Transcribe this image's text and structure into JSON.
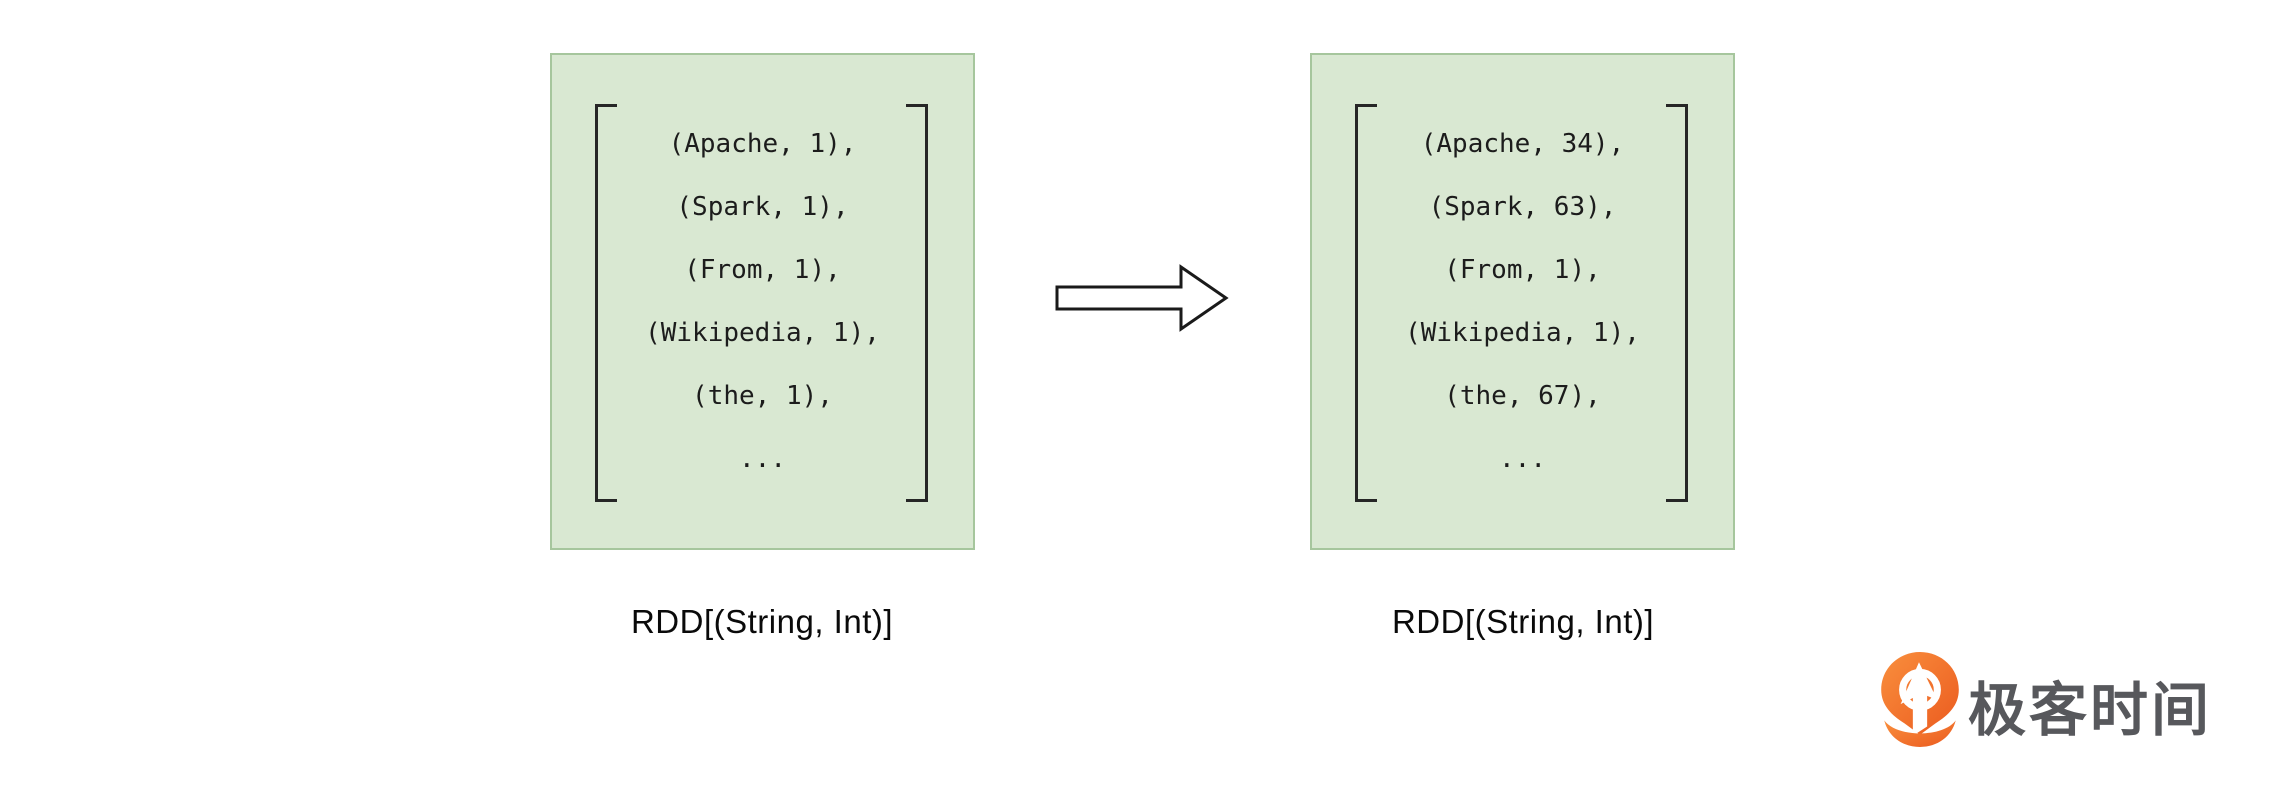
{
  "colors": {
    "box_fill": "#d9e8d2",
    "box_border": "#a6c69d",
    "bracket": "#262626",
    "tuple_text": "#1c1c1c",
    "label_text": "#0a0a0a",
    "arrow_stroke": "#1a1a1a",
    "logo_orange": "#ee6a20",
    "logo_text_color": "#57585c"
  },
  "left_box": {
    "rows": [
      "(Apache, 1),",
      "(Spark, 1),",
      "(From, 1),",
      "(Wikipedia, 1),",
      "(the, 1),",
      "..."
    ],
    "label": "RDD[(String, Int)]"
  },
  "right_box": {
    "rows": [
      "(Apache, 34),",
      "(Spark, 63),",
      "(From, 1),",
      "(Wikipedia, 1),",
      "(the, 67),",
      "..."
    ],
    "label": "RDD[(String, Int)]"
  },
  "arrow": {
    "icon": "right-arrow-icon",
    "direction": "right"
  },
  "logo": {
    "text": "极客时间",
    "icon": "geektime-logo-icon"
  }
}
